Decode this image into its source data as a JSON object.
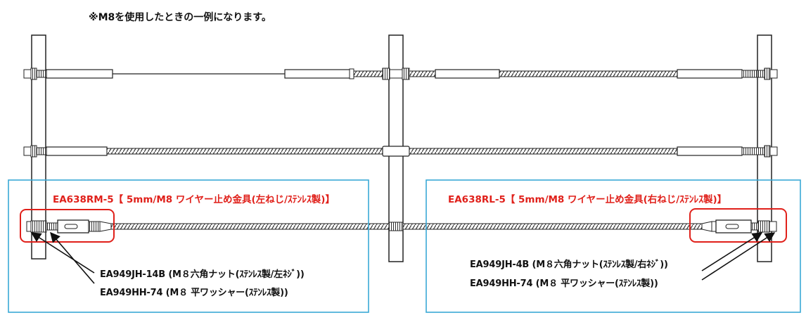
{
  "note": "※M8を使用したときの一例になります。",
  "left_group": {
    "title": "EA638RM-5【 5mm/M8 ワイヤー止め金具(左ねじ/ｽﾃﾝﾚｽ製)】",
    "nut_label": "EA949JH-14B (M８六角ナット(ｽﾃﾝﾚｽ製/左ﾈｼﾞ))",
    "washer_label": "EA949HH-74 (M８ 平ワッシャー(ｽﾃﾝﾚｽ製))"
  },
  "right_group": {
    "title": "EA638RL-5【 5mm/M8 ワイヤー止め金具(右ねじ/ｽﾃﾝﾚｽ製)】",
    "nut_label": "EA949JH-4B (M８六角ナット(ｽﾃﾝﾚｽ製/右ﾈｼﾞ))",
    "washer_label": "EA949HH-74 (M８ 平ワッシャー(ｽﾃﾝﾚｽ製))"
  },
  "colors": {
    "highlight_red": "#e0201a",
    "group_box_blue": "#3aa9d6",
    "line": "#222222",
    "metal_fill": "#ffffff"
  }
}
